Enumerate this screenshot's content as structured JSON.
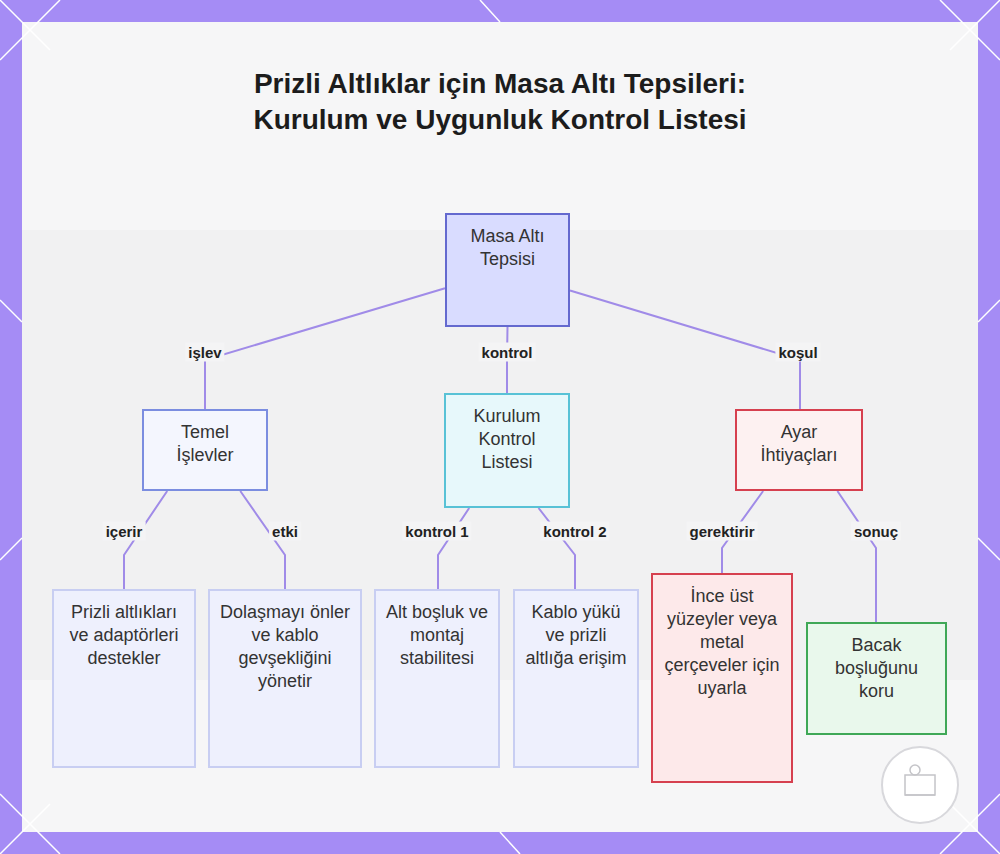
{
  "diagram": {
    "title": "Prizli Altlıklar için Masa Altı Tepsileri: Kurulum ve Uygunluk Kontrol Listesi",
    "nodes": [
      {
        "text": [
          "Masa Altı Tepsisi"
        ]
      },
      {
        "text": [
          "Temel İşlevler"
        ]
      },
      {
        "text": [
          "Kurulum Kontrol Listesi"
        ]
      },
      {
        "text": [
          "Ayar İhtiyaçları"
        ]
      },
      {
        "text": [
          "Prizli altlıkları ve adaptörleri destekler"
        ]
      },
      {
        "text": [
          "Dolaşmayı önler ve kablo gevşekliğini yönetir"
        ]
      },
      {
        "text": [
          "Alt boşluk ve montaj stabilitesi"
        ]
      },
      {
        "text": [
          "Kablo yükü ve prizli altlığa erişim"
        ]
      },
      {
        "text": [
          "İnce üst yüzeyler veya metal çerçeveler için uyarla"
        ]
      },
      {
        "text": [
          "Bacak boşluğunu koru"
        ]
      }
    ],
    "edges": [
      {
        "from": 0,
        "to": 1,
        "label": "işlev",
        "arrow": "none"
      },
      {
        "from": 0,
        "to": 2,
        "label": "kontrol",
        "arrow": "none"
      },
      {
        "from": 0,
        "to": 3,
        "label": "koşul",
        "arrow": "none"
      },
      {
        "from": 1,
        "to": 4,
        "label": "içerir",
        "arrow": "none"
      },
      {
        "from": 1,
        "to": 5,
        "label": "etki",
        "arrow": "none"
      },
      {
        "from": 2,
        "to": 6,
        "label": "kontrol 1",
        "arrow": "none"
      },
      {
        "from": 2,
        "to": 7,
        "label": "kontrol 2",
        "arrow": "none"
      },
      {
        "from": 3,
        "to": 8,
        "label": "gerektirir",
        "arrow": "none"
      },
      {
        "from": 3,
        "to": 9,
        "label": "sonuç",
        "arrow": "none"
      }
    ]
  }
}
